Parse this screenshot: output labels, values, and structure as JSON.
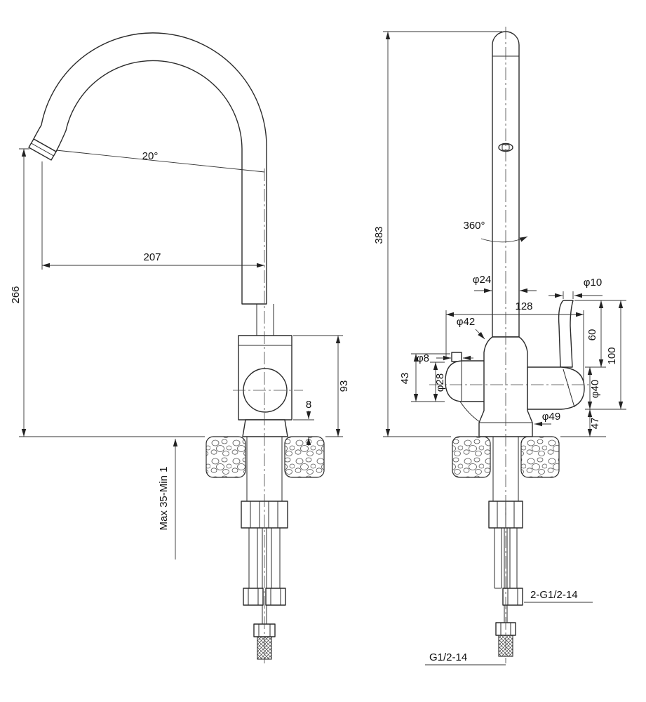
{
  "views": {
    "left": {
      "angle": "20°",
      "reach": "207",
      "height": "266",
      "body": "93",
      "step": "8",
      "mount": "Max 35-Min 1"
    },
    "right": {
      "total": "383",
      "swivel": "360°",
      "pipe": "φ24",
      "width": "128",
      "body_d": "φ42",
      "lever_tip": "φ10",
      "lever_h": "60",
      "handle_h": "100",
      "knob": "φ8",
      "outlet_h": "43",
      "outlet_d": "φ28",
      "handle_d": "φ40",
      "base_d": "φ49",
      "base_h": "47",
      "hose_thread": "2-G1/2-14",
      "shank_thread": "G1/2-14"
    }
  }
}
